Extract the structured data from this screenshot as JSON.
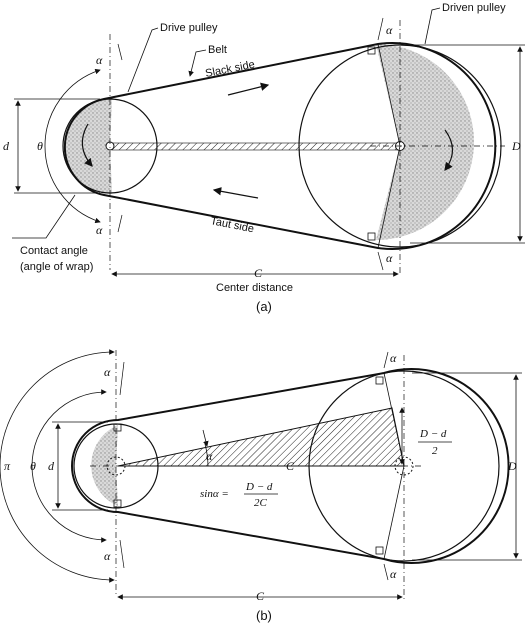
{
  "top": {
    "driven_pulley": "Driven pulley",
    "drive_pulley": "Drive pulley",
    "belt": "Belt",
    "slack_side": "Slack side",
    "taut_side": "Taut side",
    "contact_angle": "Contact angle",
    "angle_of_wrap": "(angle of wrap)",
    "c": "C",
    "center_distance": "Center distance",
    "d_small": "d",
    "d_large": "D",
    "theta": "θ",
    "alpha": "α",
    "caption": "(a)"
  },
  "bottom": {
    "alpha": "α",
    "theta": "θ",
    "pi": "π",
    "d_small": "d",
    "d_large": "D",
    "c": "C",
    "c_inside": "C",
    "frac_num": "D − d",
    "frac_den": "2",
    "sin_lhs": "sinα =",
    "sin_num": "D − d",
    "sin_den": "2C",
    "caption": "(b)"
  },
  "colors": {
    "ink": "#111111",
    "shade": "#cfcfcf",
    "background": "#ffffff"
  }
}
